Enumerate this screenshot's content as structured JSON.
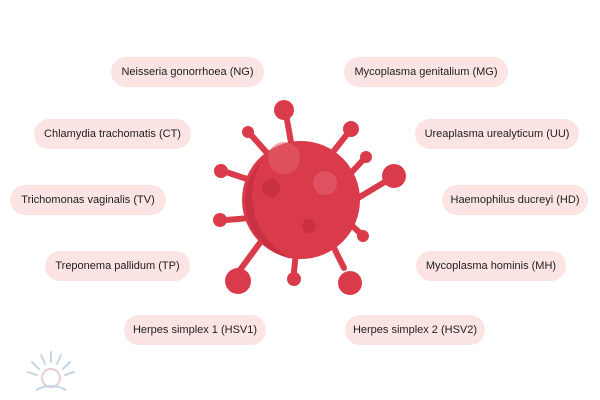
{
  "diagram": {
    "pathogens_left": [
      {
        "label": "Neisseria gonorrhoea (NG)"
      },
      {
        "label": "Chlamydia trachomatis (CT)"
      },
      {
        "label": "Trichomonas vaginalis (TV)"
      },
      {
        "label": "Treponema pallidum (TP)"
      },
      {
        "label": "Herpes simplex 1 (HSV1)"
      }
    ],
    "pathogens_right": [
      {
        "label": "Mycoplasma genitalium (MG)"
      },
      {
        "label": "Ureaplasma urealyticum (UU)"
      },
      {
        "label": "Haemophilus ducreyi (HD)"
      },
      {
        "label": "Mycoplasma hominis (MH)"
      },
      {
        "label": "Herpes simplex 2 (HSV2)"
      }
    ],
    "colors": {
      "pill_background": "#fbe4e3",
      "virus_primary": "#d93b4b",
      "virus_dark": "#b92538",
      "virus_light": "#e4626f",
      "watermark": "#9bb4d8"
    },
    "central_icon": "virus-icon",
    "watermark_icon": "lotus-logo-icon"
  }
}
